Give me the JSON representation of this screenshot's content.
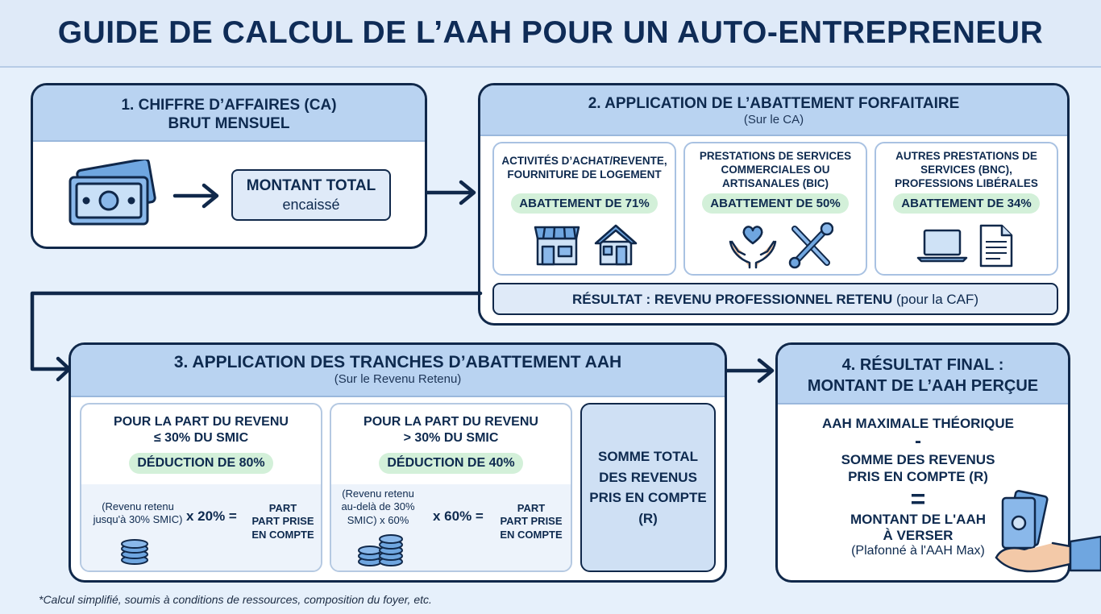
{
  "title": "GUIDE DE CALCUL DE L’AAH POUR UN AUTO-ENTREPRENEUR",
  "step1": {
    "title": "1.  CHIFFRE D’AFFAIRES (CA) BRUT MENSUEL",
    "box_line1": "MONTANT TOTAL",
    "box_line2": "encaissé"
  },
  "step2": {
    "title": "2.  APPLICATION DE L’ABATTEMENT FORFAITAIRE",
    "subtitle": "(Sur le CA)",
    "cards": [
      {
        "title": "ACTIVITÉS D’ACHAT/REVENTE, FOURNITURE DE LOGEMENT",
        "rate": "ABATTEMENT DE 71%"
      },
      {
        "title": "PRESTATIONS DE SERVICES COMMERCIALES OU ARTISANALES (BIC)",
        "rate": "ABATTEMENT DE 50%"
      },
      {
        "title": "AUTRES PRESTATIONS DE SERVICES (BNC), PROFESSIONS LIBÉRALES",
        "rate": "ABATTEMENT DE 34%"
      }
    ],
    "result_bold": "RÉSULTAT : REVENU PROFESSIONNEL RETENU",
    "result_normal": " (pour la CAF)"
  },
  "step3": {
    "title": "3. APPLICATION DES TRANCHES D’ABATTEMENT AAH",
    "subtitle": "(Sur le Revenu Retenu)",
    "left": {
      "title_line1": "POUR LA PART DU REVENU",
      "title_line2": "≤ 30% DU SMIC",
      "deduction": "DÉDUCTION DE 80%",
      "formula_a": "(Revenu retenu jusqu'à 30% SMIC)",
      "formula_op": "x 20% =",
      "part_line1": "PART",
      "part_line2": "PART PRISE",
      "part_line3": "EN COMPTE"
    },
    "right": {
      "title_line1": "POUR LA PART DU REVENU",
      "title_line2": "> 30% DU SMIC",
      "deduction": "DÉDUCTION DE 40%",
      "formula_a": "(Revenu retenu au-delà de 30% SMIC) x 60%",
      "formula_op": "x 60% =",
      "part_line1": "PART",
      "part_line2": "PART PRISE",
      "part_line3": "EN COMPTE"
    },
    "sum": "SOMME TOTAL DES REVENUS PRIS EN COMPTE (R)"
  },
  "step4": {
    "title_line1": "4. RÉSULTAT FINAL :",
    "title_line2": "MONTANT DE L’AAH PERÇUE",
    "line1": "AAH MAXIMALE THÉORIQUE",
    "minus": "-",
    "line2": "SOMME DES REVENUS PRIS EN COMPTE (R)",
    "equals": "=",
    "line3_a": "MONTANT DE L'AAH",
    "line3_b": "À VERSER",
    "note": "(Plafonné à l'AAH Max)"
  },
  "footnote": "*Calcul simplifié, soumis à conditions de ressources, composition du foyer, etc.",
  "colors": {
    "navy": "#10284a",
    "header_blue": "#b9d3f1",
    "green_pill": "#d3f0d9",
    "background": "#e6f0fb"
  }
}
